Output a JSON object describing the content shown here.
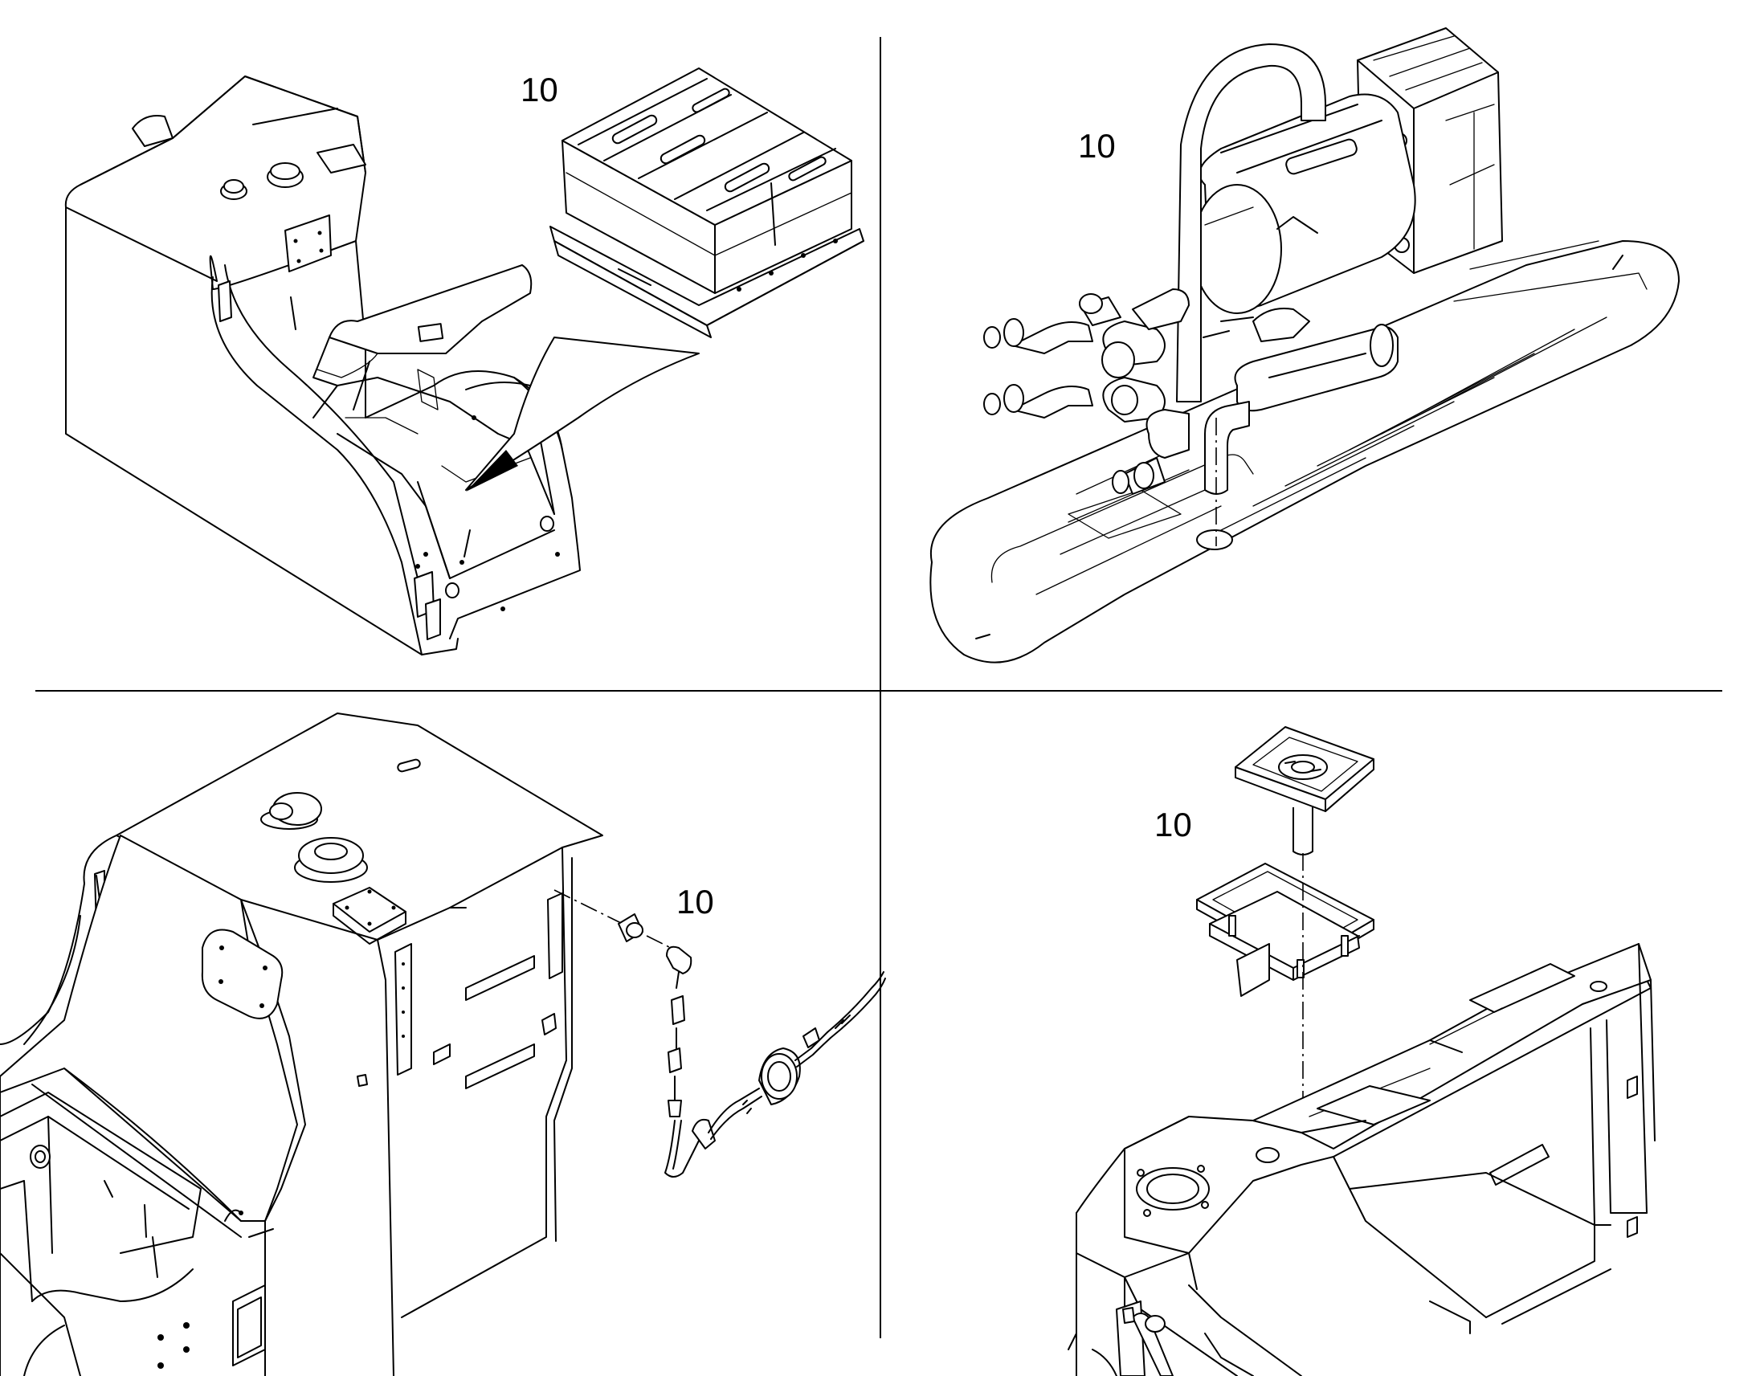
{
  "panels": [
    {
      "id": "top-left",
      "callout": "10"
    },
    {
      "id": "top-right",
      "callout": "10"
    },
    {
      "id": "bottom-left",
      "callout": "10"
    },
    {
      "id": "bottom-right",
      "callout": "10"
    }
  ]
}
